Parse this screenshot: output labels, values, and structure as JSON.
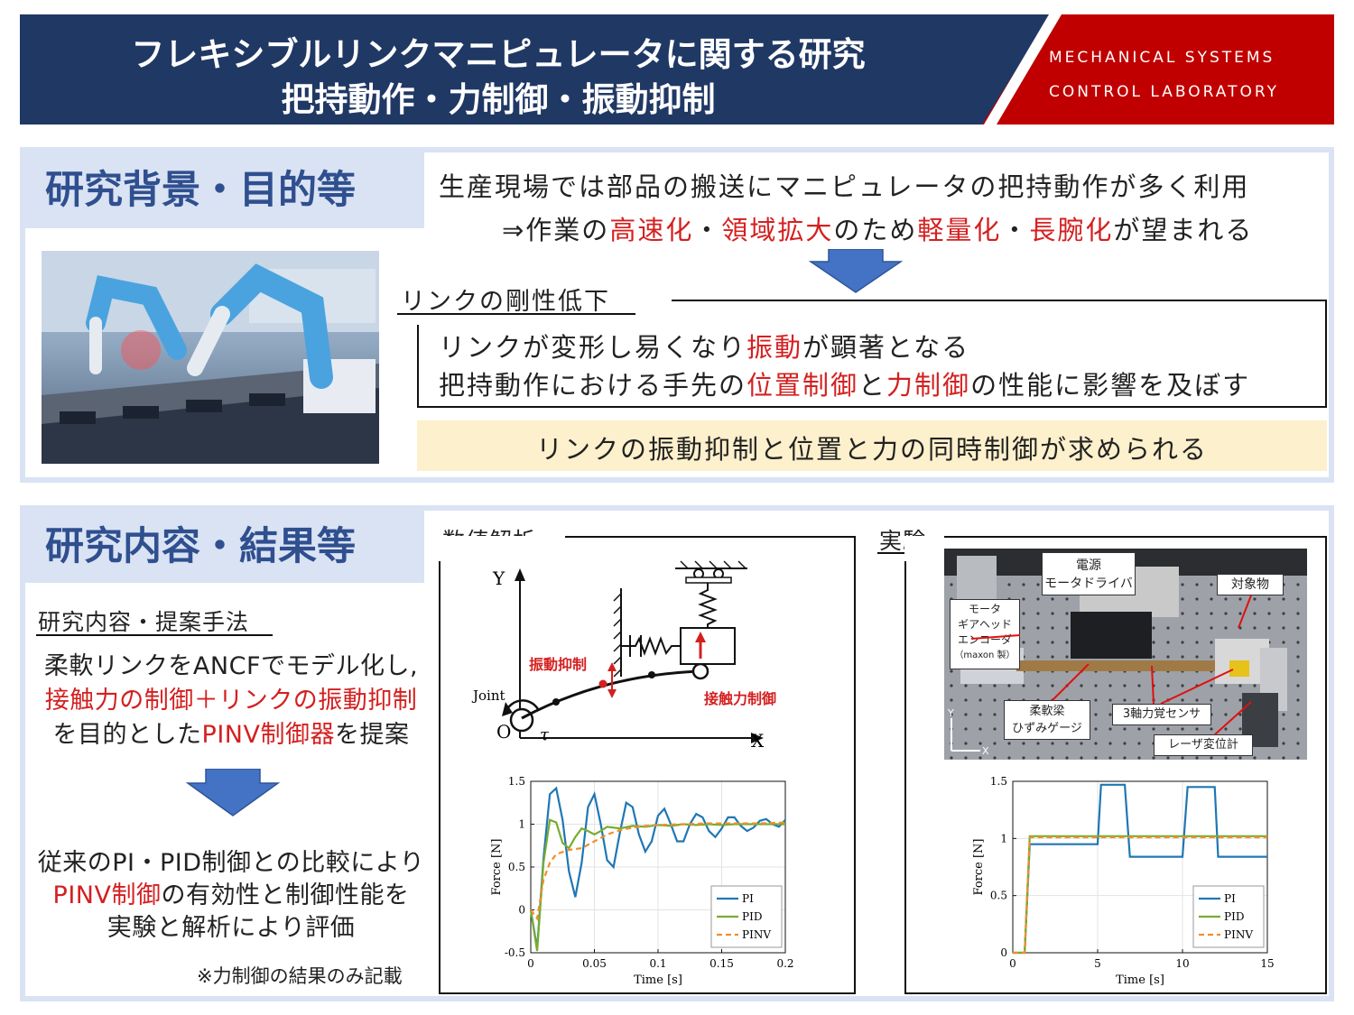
{
  "header": {
    "title_line1": "フレキシブルリンクマニピュレータに関する研究",
    "title_line2": "把持動作・力制御・振動抑制",
    "lab_line1": "MECHANICAL SYSTEMS",
    "lab_line2": "CONTROL LABORATORY"
  },
  "background": {
    "tab": "研究背景・目的等",
    "line1": "生産現場では部品の搬送にマニピュレータの把持動作が多く利用",
    "line2_pre": "⇒作業の",
    "line2_r1": "高速化",
    "line2_m1": "・",
    "line2_r2": "領域拡大",
    "line2_m2": "のため",
    "line2_r3": "軽量化",
    "line2_m3": "・",
    "line2_r4": "長腕化",
    "line2_post": "が望まれる",
    "rigidity_heading": "リンクの剛性低下",
    "box_l1_pre": "リンクが変形し易くなり",
    "box_l1_red": "振動",
    "box_l1_post": "が顕著となる",
    "box_l2_pre": "把持動作における手先の",
    "box_l2_r1": "位置制御",
    "box_l2_m": "と",
    "box_l2_r2": "力制御",
    "box_l2_post": "の性能に影響を及ぼす",
    "conclusion": "リンクの振動抑制と位置と力の同時制御が求められる"
  },
  "content": {
    "tab": "研究内容・結果等",
    "method_heading": "研究内容・提案手法",
    "m_l1": "柔軟リンクをANCFでモデル化し,",
    "m_l2_r1": "接触力の制御",
    "m_l2_m": "＋",
    "m_l2_r2": "リンクの振動抑制",
    "m_l3_pre": "を目的とした",
    "m_l3_red": "PINV制御器",
    "m_l3_post": "を提案",
    "e_l1": "従来のPI・PID制御との比較により",
    "e_l2_red": "PINV制御",
    "e_l2_post": "の有効性と制御性能を",
    "e_l3": "実験と解析により評価",
    "note": "※力制御の結果のみ記載",
    "analysis_heading": "数値解析",
    "experiment_heading": "実験"
  },
  "diagram": {
    "y": "Y",
    "x": "X",
    "o": "O",
    "tau": "τ",
    "joint": "Joint",
    "vib_label": "振動抑制",
    "contact_label": "接触力制御"
  },
  "photo_labels": {
    "power": "電源",
    "driver": "モータドライバ",
    "target": "対象物",
    "motor1": "モータ",
    "motor2": "ギアヘッド",
    "motor3": "エンコーダ",
    "motor4": "（maxon 製）",
    "beam1": "柔軟梁",
    "beam2": "ひずみゲージ",
    "sensor": "3軸力覚センサ",
    "laser": "レーザ変位計",
    "y": "Y",
    "x": "X"
  },
  "colors": {
    "PI": "#1f77b4",
    "PID": "#77ac30",
    "PINV": "#f28e2b",
    "red": "#d42020",
    "navy": "#203864"
  },
  "chart_data": [
    {
      "type": "line",
      "xlabel": "Time [s]",
      "ylabel": "Force [N]",
      "xlim": [
        0,
        0.2
      ],
      "ylim": [
        -0.5,
        1.5
      ],
      "xticks": [
        0,
        0.05,
        0.1,
        0.15,
        0.2
      ],
      "xtick_labels": [
        "0",
        "0.05",
        "0.1",
        "0.15",
        "0.2"
      ],
      "yticks": [
        -0.5,
        0,
        0.5,
        1,
        1.5
      ],
      "ytick_labels": [
        "-0.5",
        "0",
        "0.5",
        "1",
        "1.5"
      ],
      "grid": true,
      "legend": "bottom-right",
      "series": [
        {
          "name": "PI",
          "x": [
            0,
            0.005,
            0.01,
            0.015,
            0.02,
            0.025,
            0.03,
            0.035,
            0.04,
            0.045,
            0.05,
            0.055,
            0.06,
            0.065,
            0.07,
            0.075,
            0.08,
            0.085,
            0.09,
            0.095,
            0.1,
            0.105,
            0.11,
            0.115,
            0.12,
            0.125,
            0.13,
            0.135,
            0.14,
            0.145,
            0.15,
            0.155,
            0.16,
            0.165,
            0.17,
            0.175,
            0.18,
            0.185,
            0.19,
            0.195,
            0.2
          ],
          "y": [
            0,
            -0.45,
            0.6,
            1.35,
            1.42,
            1.05,
            0.45,
            0.15,
            0.55,
            1.2,
            1.35,
            1.0,
            0.58,
            0.5,
            0.9,
            1.25,
            1.2,
            0.88,
            0.68,
            0.8,
            1.1,
            1.18,
            1.0,
            0.8,
            0.8,
            1.0,
            1.12,
            1.08,
            0.92,
            0.85,
            0.95,
            1.08,
            1.08,
            0.98,
            0.92,
            0.96,
            1.04,
            1.06,
            1.0,
            0.97,
            1.05
          ]
        },
        {
          "name": "PID",
          "x": [
            0,
            0.005,
            0.01,
            0.015,
            0.02,
            0.025,
            0.03,
            0.035,
            0.04,
            0.045,
            0.05,
            0.055,
            0.06,
            0.07,
            0.08,
            0.09,
            0.1,
            0.11,
            0.12,
            0.13,
            0.14,
            0.15,
            0.16,
            0.17,
            0.18,
            0.19,
            0.2
          ],
          "y": [
            0,
            -0.48,
            0.55,
            1.05,
            1.02,
            0.78,
            0.72,
            0.85,
            0.95,
            0.92,
            0.88,
            0.92,
            0.97,
            0.95,
            0.98,
            0.97,
            0.99,
            0.98,
            1.0,
            0.99,
            1.0,
            0.99,
            1.0,
            1.0,
            1.0,
            1.0,
            1.0
          ]
        },
        {
          "name": "PINV",
          "x": [
            0,
            0.005,
            0.01,
            0.015,
            0.02,
            0.03,
            0.04,
            0.05,
            0.06,
            0.07,
            0.08,
            0.09,
            0.1,
            0.12,
            0.14,
            0.16,
            0.18,
            0.2
          ],
          "y": [
            0,
            -0.1,
            0.35,
            0.55,
            0.65,
            0.7,
            0.72,
            0.8,
            0.88,
            0.93,
            0.96,
            0.98,
            0.99,
            1.0,
            1.01,
            1.01,
            1.01,
            1.02
          ]
        }
      ]
    },
    {
      "type": "line",
      "xlabel": "Time [s]",
      "ylabel": "Force [N]",
      "xlim": [
        0,
        15
      ],
      "ylim": [
        0,
        1.5
      ],
      "xticks": [
        0,
        5,
        10,
        15
      ],
      "xtick_labels": [
        "0",
        "5",
        "10",
        "15"
      ],
      "yticks": [
        0,
        0.5,
        1,
        1.5
      ],
      "ytick_labels": [
        "0",
        "0.5",
        "1",
        "1.5"
      ],
      "grid": true,
      "legend": "bottom-right",
      "series": [
        {
          "name": "PI",
          "x": [
            0,
            0.7,
            1,
            5,
            5.2,
            6.6,
            6.9,
            10,
            10.3,
            11.9,
            12.1,
            15
          ],
          "y": [
            0,
            0,
            0.95,
            0.95,
            1.47,
            1.47,
            0.84,
            0.84,
            1.45,
            1.45,
            0.84,
            0.84
          ]
        },
        {
          "name": "PID",
          "x": [
            0,
            0.7,
            1,
            15
          ],
          "y": [
            0,
            0,
            1.02,
            1.02
          ]
        },
        {
          "name": "PINV",
          "x": [
            0,
            0.7,
            1,
            15
          ],
          "y": [
            0,
            0,
            1.01,
            1.01
          ]
        }
      ]
    }
  ]
}
